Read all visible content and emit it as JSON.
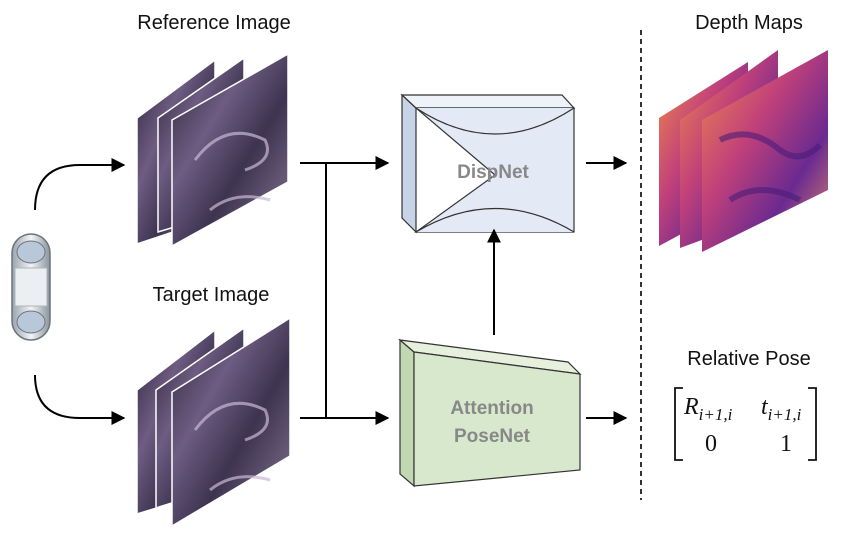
{
  "labels": {
    "reference_image": "Reference Image",
    "target_image": "Target Image",
    "depth_maps": "Depth Maps",
    "relative_pose": "Relative Pose"
  },
  "networks": {
    "dispnet": "DispNet",
    "posenet_line1": "Attention",
    "posenet_line2": "PoseNet"
  },
  "pose_matrix": {
    "r_base": "R",
    "r_sub": "i+1,i",
    "t_base": "t",
    "t_sub": "i+1,i",
    "zero": "0",
    "one": "1"
  },
  "colors": {
    "dispnet_fill": "#e3eaf5",
    "posenet_fill": "#d8e8cc",
    "frame_dark": "#3a3148",
    "frame_mid": "#6b5a7c",
    "depth_light": "#e8895a",
    "depth_dark": "#5a2a8c"
  }
}
